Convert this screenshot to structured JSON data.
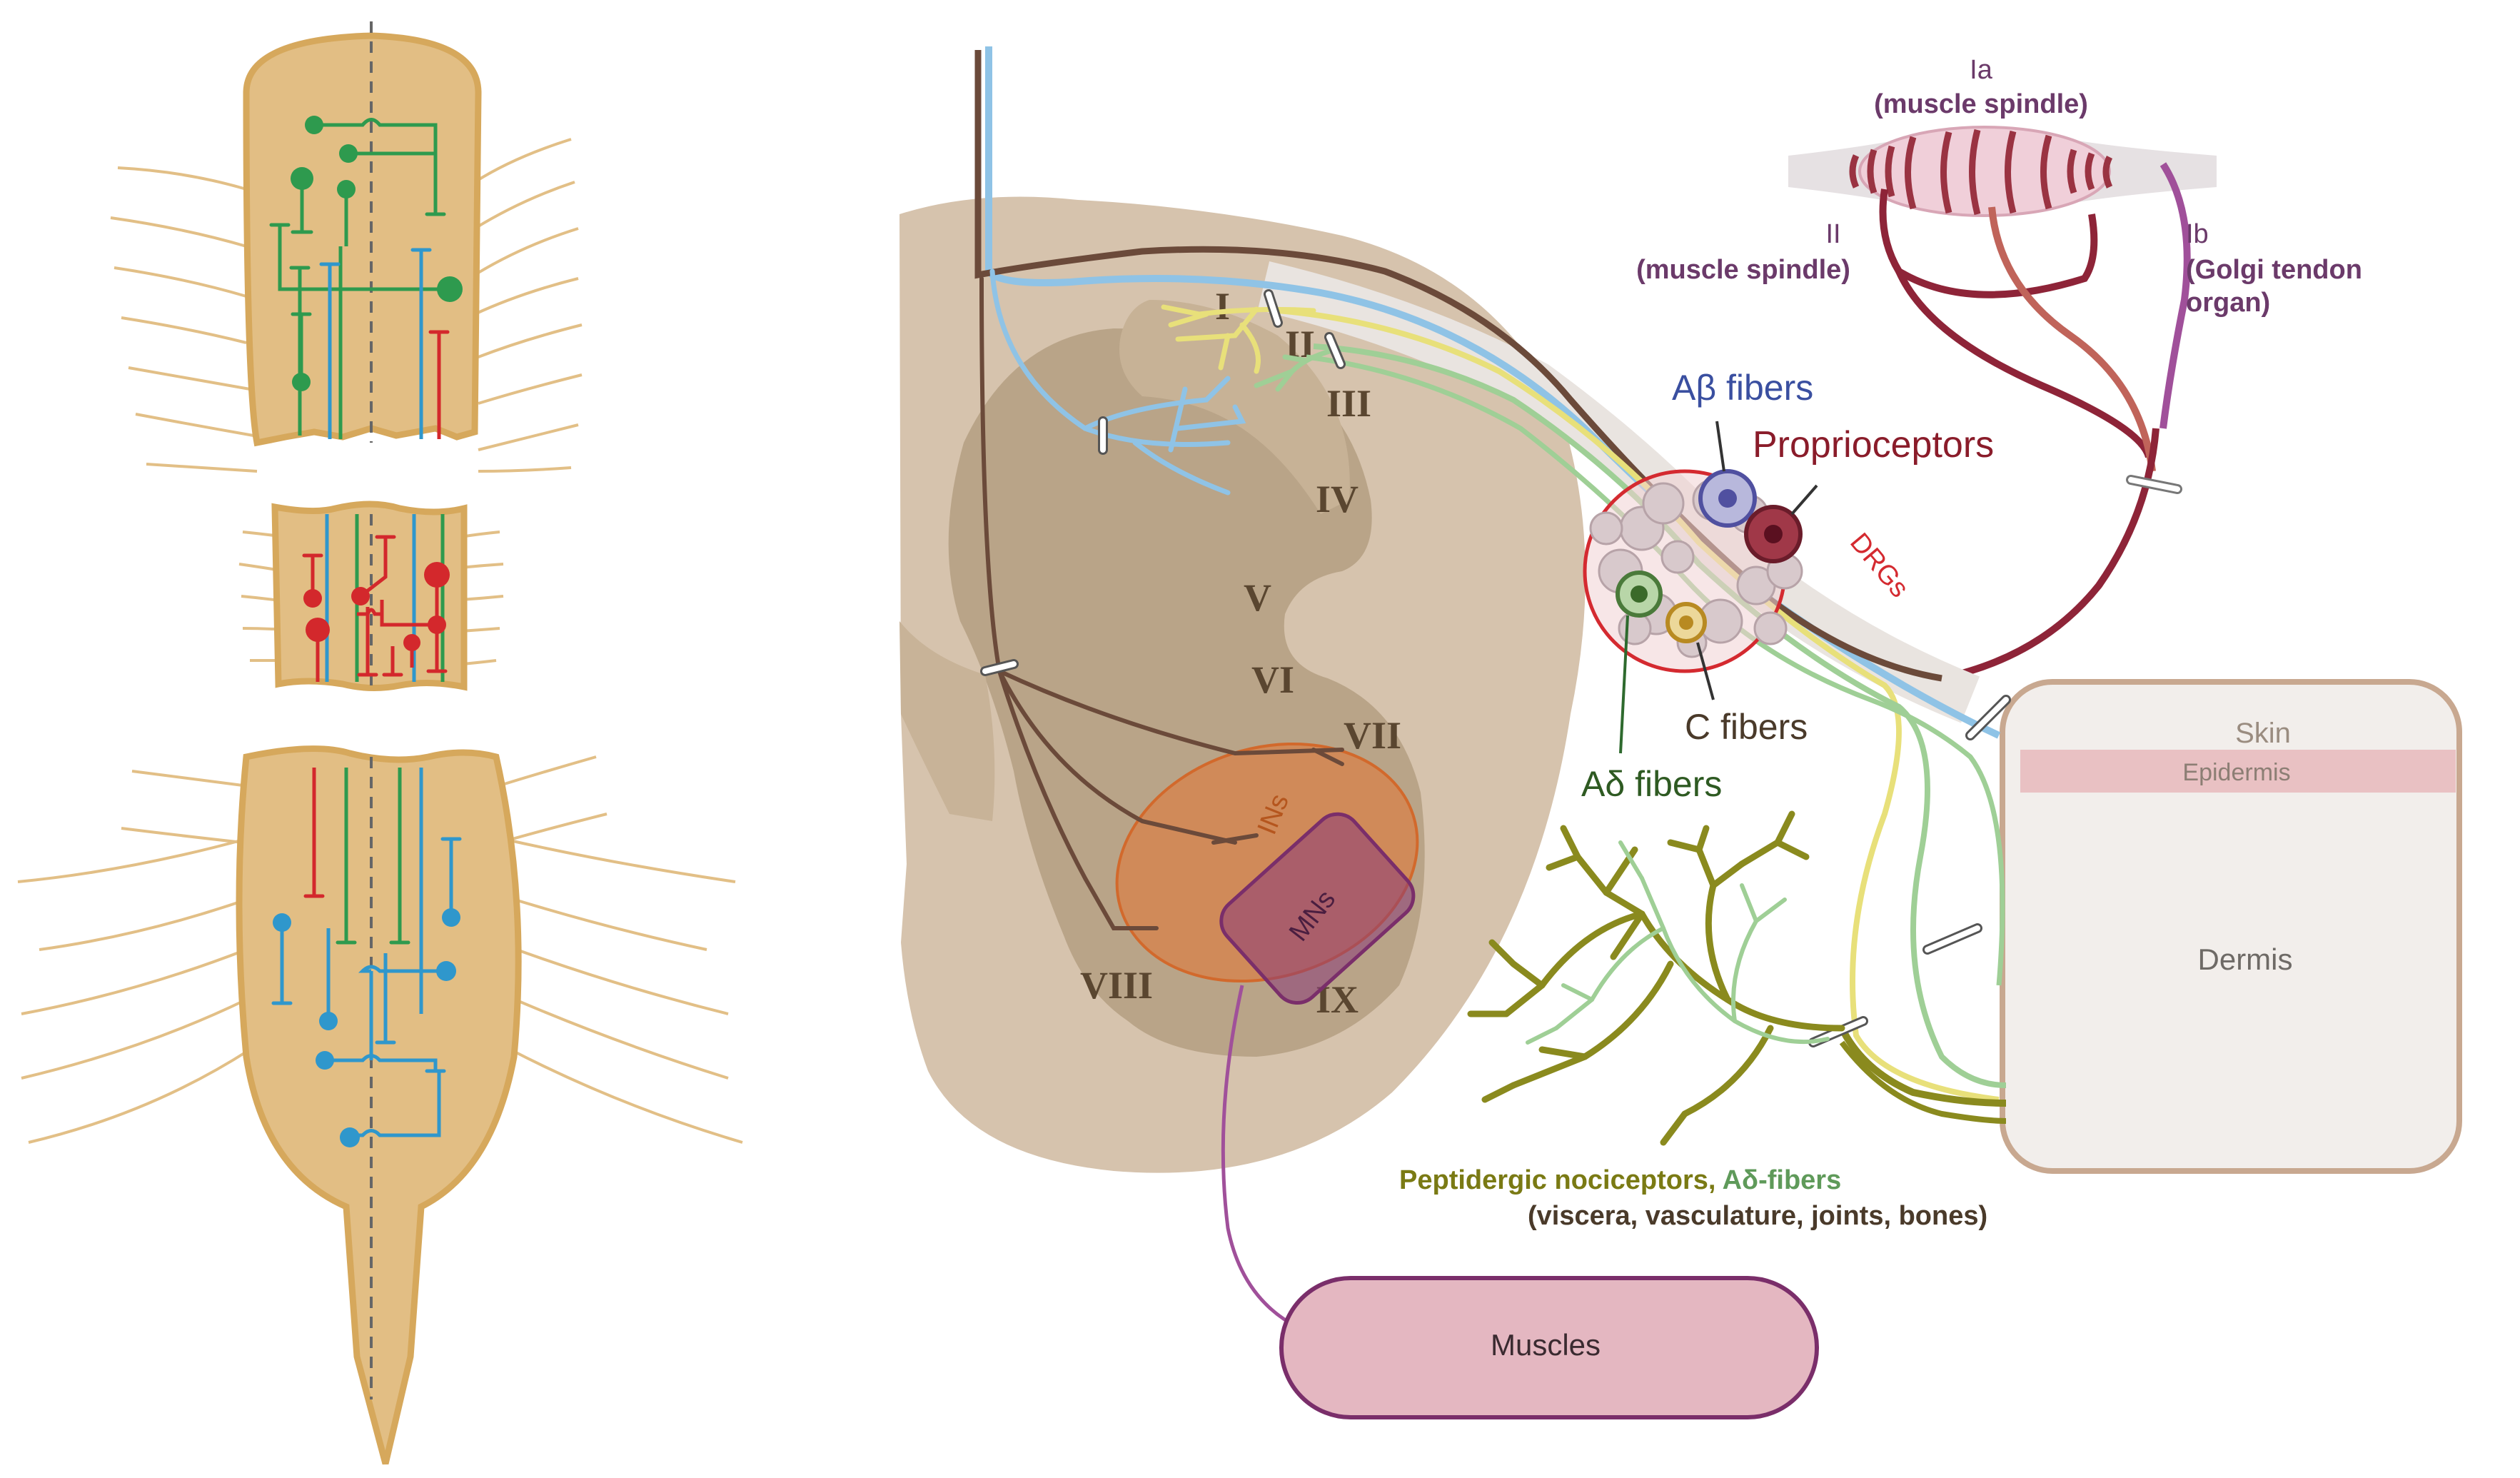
{
  "left_panel": {
    "colors": {
      "green": "#2e9a4e",
      "red": "#d3282c",
      "blue": "#2f97cc",
      "body": "#e2be84",
      "edge": "#d6a85c"
    }
  },
  "spinal_section": {
    "laminae": [
      "I",
      "II",
      "III",
      "IV",
      "V",
      "VI",
      "VII",
      "VIII",
      "IX"
    ],
    "ins_label": "INs",
    "mns_label": "MNs",
    "muscles_label": "Muscles"
  },
  "muscle_spindle": {
    "ia_line1": "Ia",
    "ia_line2": "(muscle spindle)",
    "ii_line1": "II",
    "ii_line2": "(muscle spindle)",
    "ib_line1": "Ib",
    "ib_line2": "(Golgi tendon",
    "ib_line3": "organ)"
  },
  "drg": {
    "label": "DRGs",
    "abeta": "Aβ fibers",
    "proprio": "Proprioceptors",
    "cfibers": "C fibers",
    "adelta": "Aδ fibers"
  },
  "skin": {
    "skin_label": "Skin",
    "epidermis_label": "Epidermis",
    "dermis_label": "Dermis"
  },
  "nociceptor_caption": {
    "part1": "Peptidergic nociceptors, ",
    "part2": "Aδ-fibers",
    "line2": "(viscera, vasculature, joints, bones)"
  },
  "colors": {
    "brown": "#6b4a3a",
    "blue": "#8fc3e6",
    "yellow": "#e8e07a",
    "green": "#9fcf96",
    "olive": "#8a8a1e",
    "proprio": "#8e2438",
    "ib": "#a0509a",
    "drg_ring": "#d42a30",
    "ins": "#e07a3a",
    "mns": "#8a3a78"
  }
}
